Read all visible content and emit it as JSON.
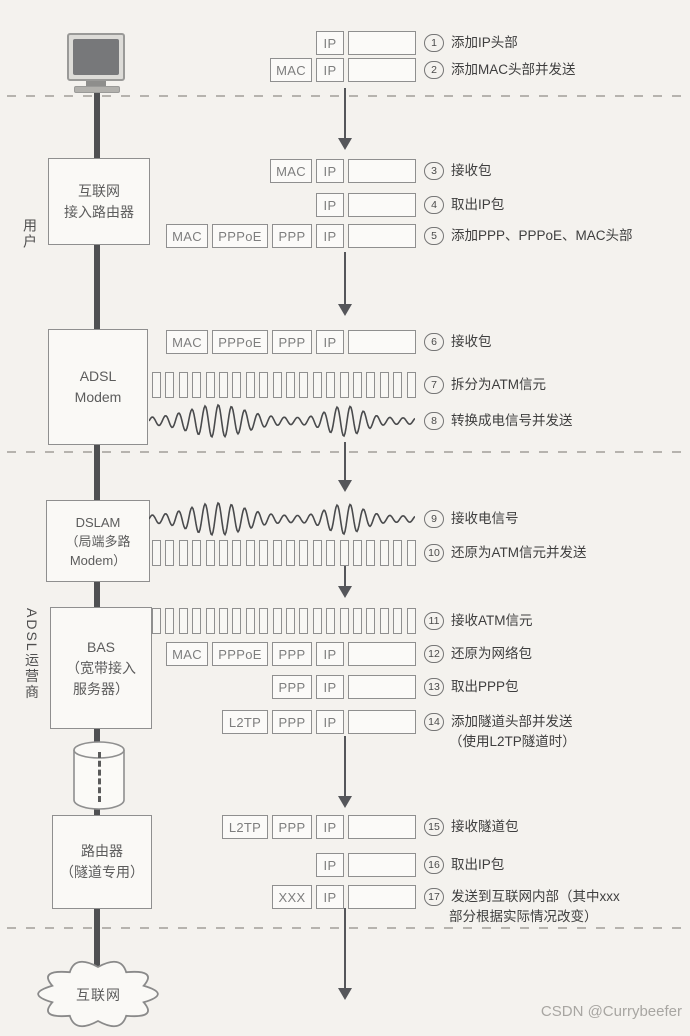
{
  "meta": {
    "watermark": "CSDN @Currybeefer"
  },
  "labels": {
    "user": "用户",
    "isp": "ADSL运营商"
  },
  "colors": {
    "background": "#f4f2ee",
    "box_border": "#8f8f8f",
    "box_text": "#7e7e7e",
    "step_text": "#3e3e3e",
    "backbone": "#4f5052",
    "dashed": "#b6b3ae",
    "screen": "#77787a",
    "watermark": "#a8a6a2"
  },
  "devices": {
    "pc": {
      "kind": "monitor-icon"
    },
    "access_router": {
      "lines": [
        "互联网",
        "接入路由器"
      ]
    },
    "adsl_modem": {
      "lines": [
        "ADSL",
        "Modem"
      ]
    },
    "dslam": {
      "lines": [
        "DSLAM",
        "（局端多路",
        "Modem）"
      ]
    },
    "bas": {
      "lines": [
        "BAS",
        "（宽带接入",
        "服务器）"
      ]
    },
    "tunnel_router": {
      "lines": [
        "路由器",
        "（隧道专用）"
      ]
    },
    "internet": {
      "label": "互联网"
    }
  },
  "steps": [
    {
      "n": "1",
      "type": "packet",
      "headers": [
        "IP"
      ],
      "text": "添加IP头部"
    },
    {
      "n": "2",
      "type": "packet",
      "headers": [
        "MAC",
        "IP"
      ],
      "text": "添加MAC头部并发送"
    },
    {
      "n": "3",
      "type": "packet",
      "headers": [
        "MAC",
        "IP"
      ],
      "text": "接收包"
    },
    {
      "n": "4",
      "type": "packet",
      "headers": [
        "IP"
      ],
      "text": "取出IP包"
    },
    {
      "n": "5",
      "type": "packet",
      "headers": [
        "MAC",
        "PPPoE",
        "PPP",
        "IP"
      ],
      "text": "添加PPP、PPPoE、MAC头部"
    },
    {
      "n": "6",
      "type": "packet",
      "headers": [
        "MAC",
        "PPPoE",
        "PPP",
        "IP"
      ],
      "text": "接收包"
    },
    {
      "n": "7",
      "type": "cells",
      "count": 20,
      "text": "拆分为ATM信元"
    },
    {
      "n": "8",
      "type": "wave",
      "text": "转换成电信号并发送"
    },
    {
      "n": "9",
      "type": "wave",
      "text": "接收电信号"
    },
    {
      "n": "10",
      "type": "cells",
      "count": 20,
      "text": "还原为ATM信元并发送"
    },
    {
      "n": "11",
      "type": "cells",
      "count": 20,
      "text": "接收ATM信元"
    },
    {
      "n": "12",
      "type": "packet",
      "headers": [
        "MAC",
        "PPPoE",
        "PPP",
        "IP"
      ],
      "text": "还原为网络包"
    },
    {
      "n": "13",
      "type": "packet",
      "headers": [
        "PPP",
        "IP"
      ],
      "text": "取出PPP包"
    },
    {
      "n": "14",
      "type": "packet",
      "headers": [
        "L2TP",
        "PPP",
        "IP"
      ],
      "text": "添加隧道头部并发送",
      "text2": "（使用L2TP隧道时）"
    },
    {
      "n": "15",
      "type": "packet",
      "headers": [
        "L2TP",
        "PPP",
        "IP"
      ],
      "text": "接收隧道包"
    },
    {
      "n": "16",
      "type": "packet",
      "headers": [
        "IP"
      ],
      "text": "取出IP包"
    },
    {
      "n": "17",
      "type": "packet",
      "headers": [
        "XXX",
        "IP"
      ],
      "text": "发送到互联网内部（其中xxx",
      "text2": "部分根据实际情况改变）"
    }
  ]
}
